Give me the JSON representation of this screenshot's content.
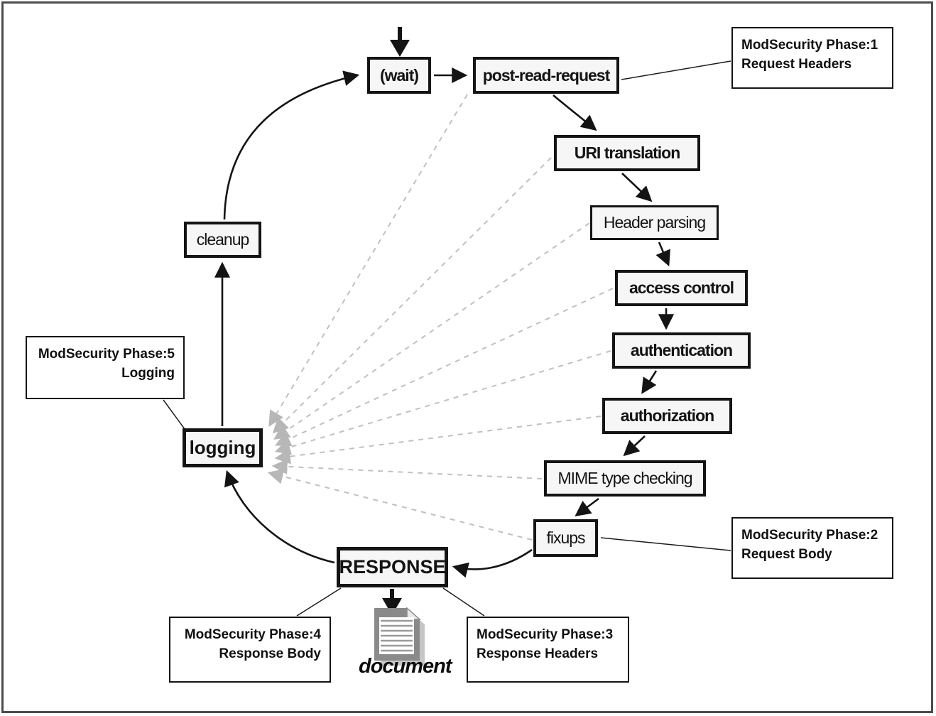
{
  "colors": {
    "node_fill": "#f6f6f6",
    "line": "#141414",
    "dashed_line": "#bdbdbd",
    "frame_border": "#4c4c4c",
    "document_icon_gray": "#8a8a8a"
  },
  "nodes": {
    "wait": "(wait)",
    "post_read_request": "post-read-request",
    "uri_translation": "URI translation",
    "header_parsing": "Header parsing",
    "access_control": "access control",
    "authentication": "authentication",
    "authorization": "authorization",
    "mime_type_checking": "MIME type checking",
    "fixups": "fixups",
    "response": "RESPONSE",
    "logging": "logging",
    "cleanup": "cleanup"
  },
  "annotations": {
    "phase1": {
      "line1": "ModSecurity Phase:1",
      "line2": "Request Headers"
    },
    "phase2": {
      "line1": "ModSecurity Phase:2",
      "line2": "Request Body"
    },
    "phase3": {
      "line1": "ModSecurity Phase:3",
      "line2": "Response Headers"
    },
    "phase4": {
      "line1": "ModSecurity Phase:4",
      "line2": "Response Body"
    },
    "phase5": {
      "line1": "ModSecurity Phase:5",
      "line2": "Logging"
    }
  },
  "document_label": "document"
}
